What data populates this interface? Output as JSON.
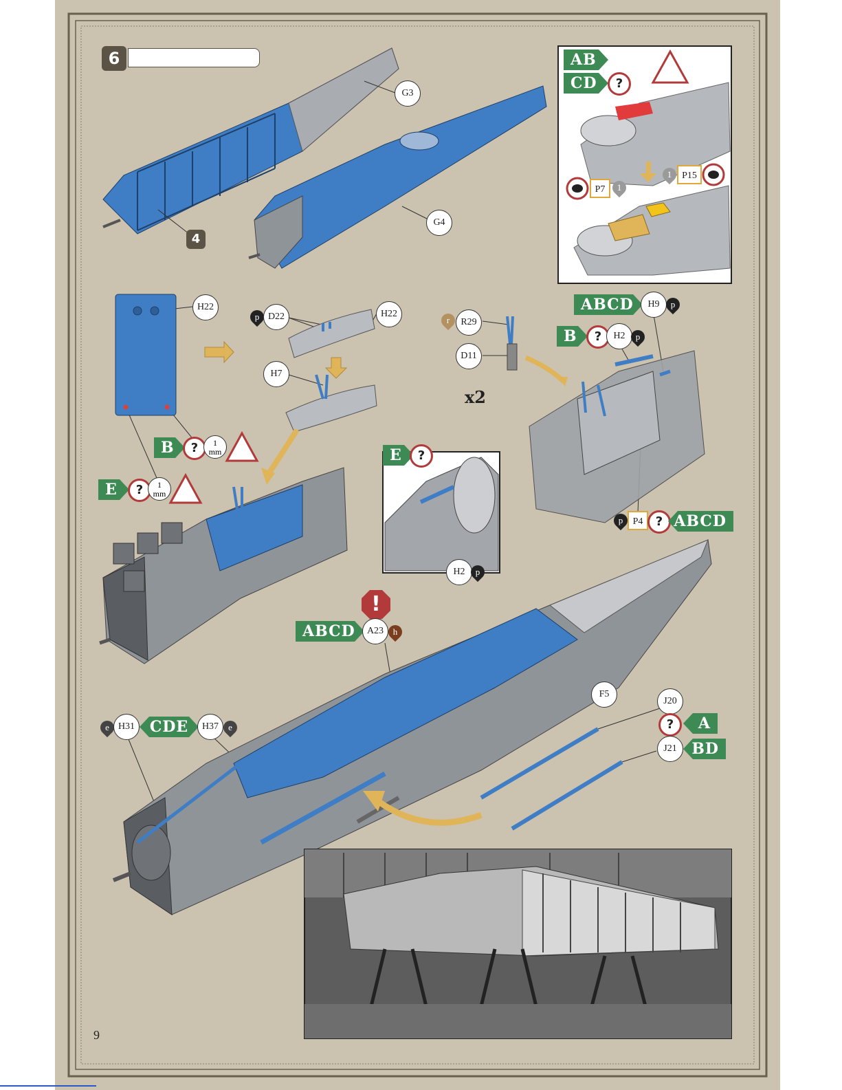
{
  "page": {
    "step_number": "6",
    "sub_badge": "4",
    "page_number": "9",
    "multiplier": "x2",
    "warning_glyph": "!",
    "colors": {
      "frame_bg": "#cbc2b0",
      "tag_green": "#3e8a55",
      "part_blue": "#3f7ec4",
      "grey_metal": "#8f9499",
      "warning_red": "#b23a3a",
      "accent_gold": "#e0a83a"
    }
  },
  "parts": {
    "g3": "G3",
    "g4": "G4",
    "h22a": "H22",
    "d22": "D22",
    "h22b": "H22",
    "h7": "H7",
    "r29": "R29",
    "d11": "D11",
    "h9": "H9",
    "h2a": "H2",
    "h2b": "H2",
    "p4": "P4",
    "p7": "P7",
    "p15": "P15",
    "a23": "A23",
    "f5": "F5",
    "j20": "J20",
    "j21": "J21",
    "h31": "H31",
    "h37": "H37"
  },
  "tags": {
    "ab": "AB",
    "cd": "CD",
    "abcd1": "ABCD",
    "b1": "B",
    "b2": "B",
    "e1": "E",
    "e2": "E",
    "abcd2": "ABCD",
    "abcd3": "ABCD",
    "cde": "CDE",
    "a": "A",
    "bd": "BD"
  },
  "drops": {
    "p": "p",
    "r": "r",
    "h": "h",
    "e": "e",
    "one": "1"
  },
  "drill": {
    "num": "1",
    "unit": "mm"
  },
  "question": "?"
}
